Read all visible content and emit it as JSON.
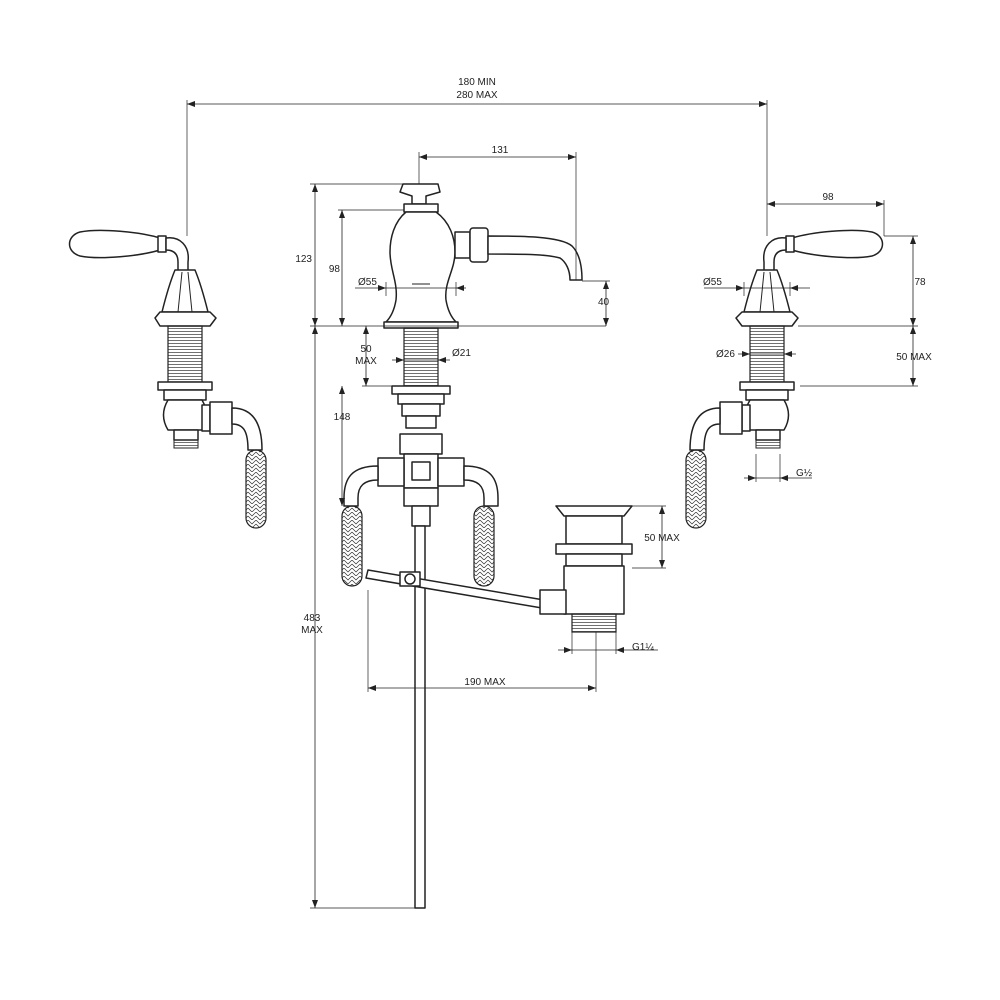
{
  "labels": {
    "spread_min": "180 MIN",
    "spread_max": "280 MAX",
    "spout_reach": "131",
    "handle_reach": "98",
    "spout_height": "123",
    "handle_height_left": "98",
    "handle_height_right": "78",
    "spout_base_dia": "Ø55",
    "handle_base_dia": "Ø55",
    "spout_clearance": "40",
    "stem_dia_spout": "Ø21",
    "stem_dia_handle": "Ø26",
    "deck_thickness_spout_line1": "50",
    "deck_thickness_spout_line2": "MAX",
    "deck_thickness_handle": "50 MAX",
    "thread_handle": "G½",
    "hose_length": "148",
    "overall_height_line1": "483",
    "overall_height_line2": "MAX",
    "waste_height": "50 MAX",
    "waste_thread": "G1¼",
    "rod_length": "190 MAX"
  }
}
